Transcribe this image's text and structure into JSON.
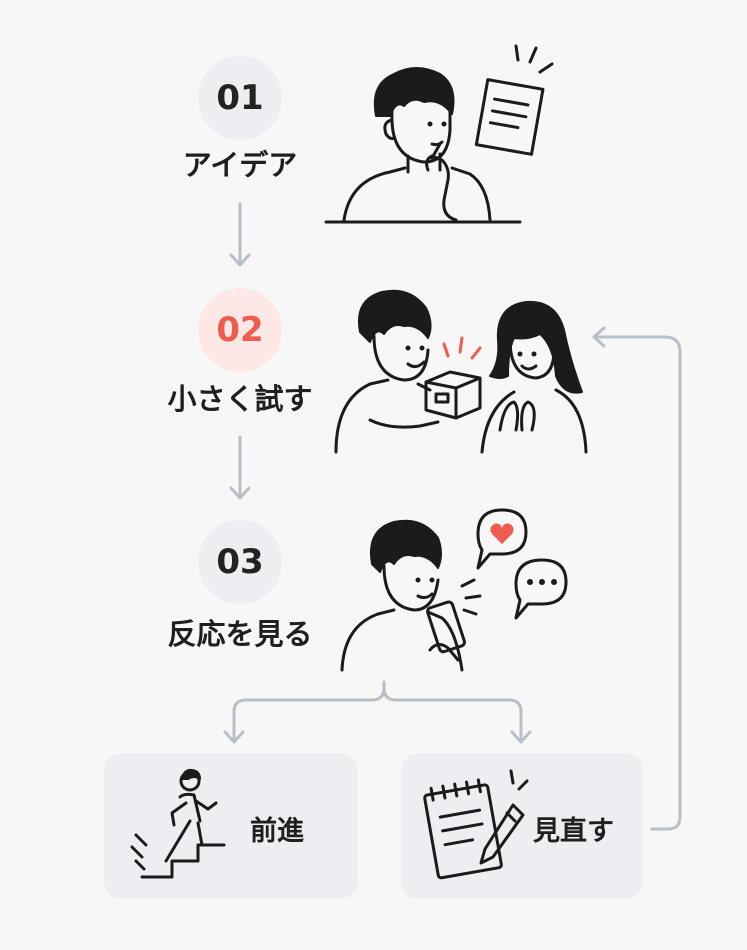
{
  "steps": [
    {
      "number": "01",
      "label": "アイデア"
    },
    {
      "number": "02",
      "label": "小さく試す"
    },
    {
      "number": "03",
      "label": "反応を見る"
    }
  ],
  "outcomes": {
    "forward": {
      "label": "前進"
    },
    "revise": {
      "label": "見直す"
    }
  },
  "colors": {
    "accent": "#ef5b4d",
    "connector": "#b9bfc8",
    "badge_bg": "#eceef2",
    "card_bg": "#eceef1"
  }
}
